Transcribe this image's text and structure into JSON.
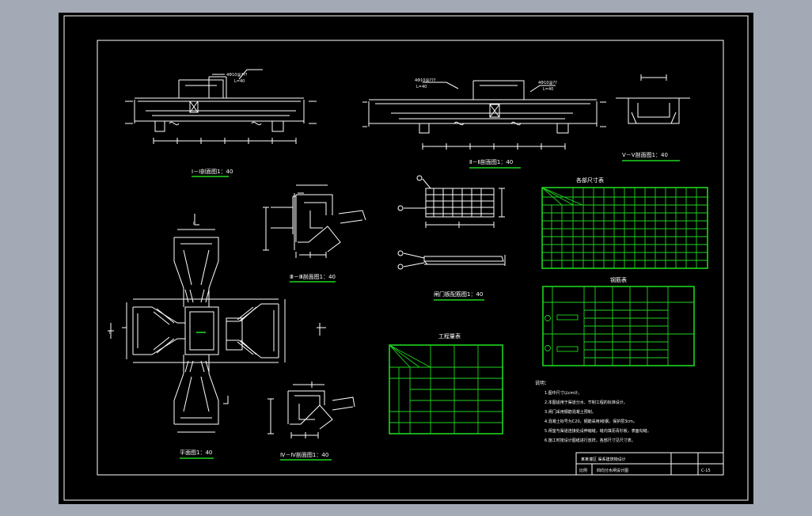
{
  "sheet": {
    "background_color": "#000000",
    "line_color": "#ffffff",
    "table_color": "#1fd51f"
  },
  "views": {
    "section_1_title": "Ⅰ－Ⅰ剖面图1：40",
    "section_2_title": "Ⅱ－Ⅱ剖面图1：40",
    "section_5_title": "Ⅴ－Ⅴ剖面图1：40",
    "section_3_title": "Ⅲ－Ⅲ剖面图1：40",
    "section_4_title": "Ⅳ－Ⅳ剖面图1：40",
    "plan_title": "平面图1：40",
    "detail_title": "闸门板配筋图1：40",
    "rebar_note_1": "4Φ10@???",
    "rebar_note_1b": "L=40",
    "rebar_note_2": "4Φ10@???",
    "rebar_note_2b": "L=40",
    "rebar_note_3": "4Φ10@??",
    "rebar_note_3b": "L=40"
  },
  "tables": {
    "table_a_title": "各部尺寸表",
    "table_b_title": "钢筋表",
    "table_c_title": "工程量表"
  },
  "notes": {
    "header": "说明：",
    "lines": [
      "1.图中尺寸以cm计。",
      "2.本图适用于渠道分水、节制工程的标准设计。",
      "3.闸门采用钢筋混凝土预制。",
      "4.混凝土标号为C20，钢筋采用Ⅰ级钢，保护层3cm。",
      "5.闸室与渠道连接处设伸缩缝，缝内填沥青杉板，表面勾缝。",
      "6.施工时按设计图纸进行放样，各部尺寸见尺寸表。"
    ]
  },
  "title_block": {
    "project": "某某灌区  渠系建筑物设计",
    "drawing": "四向分水闸设计图",
    "scale_label": "比例",
    "sheet_no": "C-15"
  }
}
